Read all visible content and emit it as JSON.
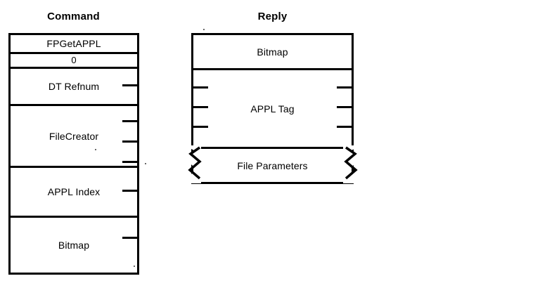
{
  "figure": {
    "kind": "packet-structure-diagram",
    "ink_color": "#000000",
    "background_color": "#ffffff"
  },
  "panels": {
    "command": {
      "title": "Command",
      "fields": [
        {
          "label": "FPGetAPPL",
          "style": "plain",
          "continuation_ticks": 0
        },
        {
          "label": "0",
          "style": "numeric",
          "continuation_ticks": 0
        },
        {
          "label": "DT Refnum",
          "style": "plain",
          "continuation_ticks": 1
        },
        {
          "label": "FileCreator",
          "style": "plain",
          "continuation_ticks": 3
        },
        {
          "label": "APPL Index",
          "style": "plain",
          "continuation_ticks": 1
        },
        {
          "label": "Bitmap",
          "style": "plain",
          "continuation_ticks": 1
        }
      ]
    },
    "reply": {
      "title": "Reply",
      "fields": [
        {
          "label": "Bitmap",
          "style": "plain",
          "continuation_ticks": 0
        },
        {
          "label": "APPL Tag",
          "style": "plain",
          "continuation_ticks": 3
        },
        {
          "label": "File Parameters",
          "style": "torn",
          "continuation_ticks": 0
        }
      ]
    }
  }
}
